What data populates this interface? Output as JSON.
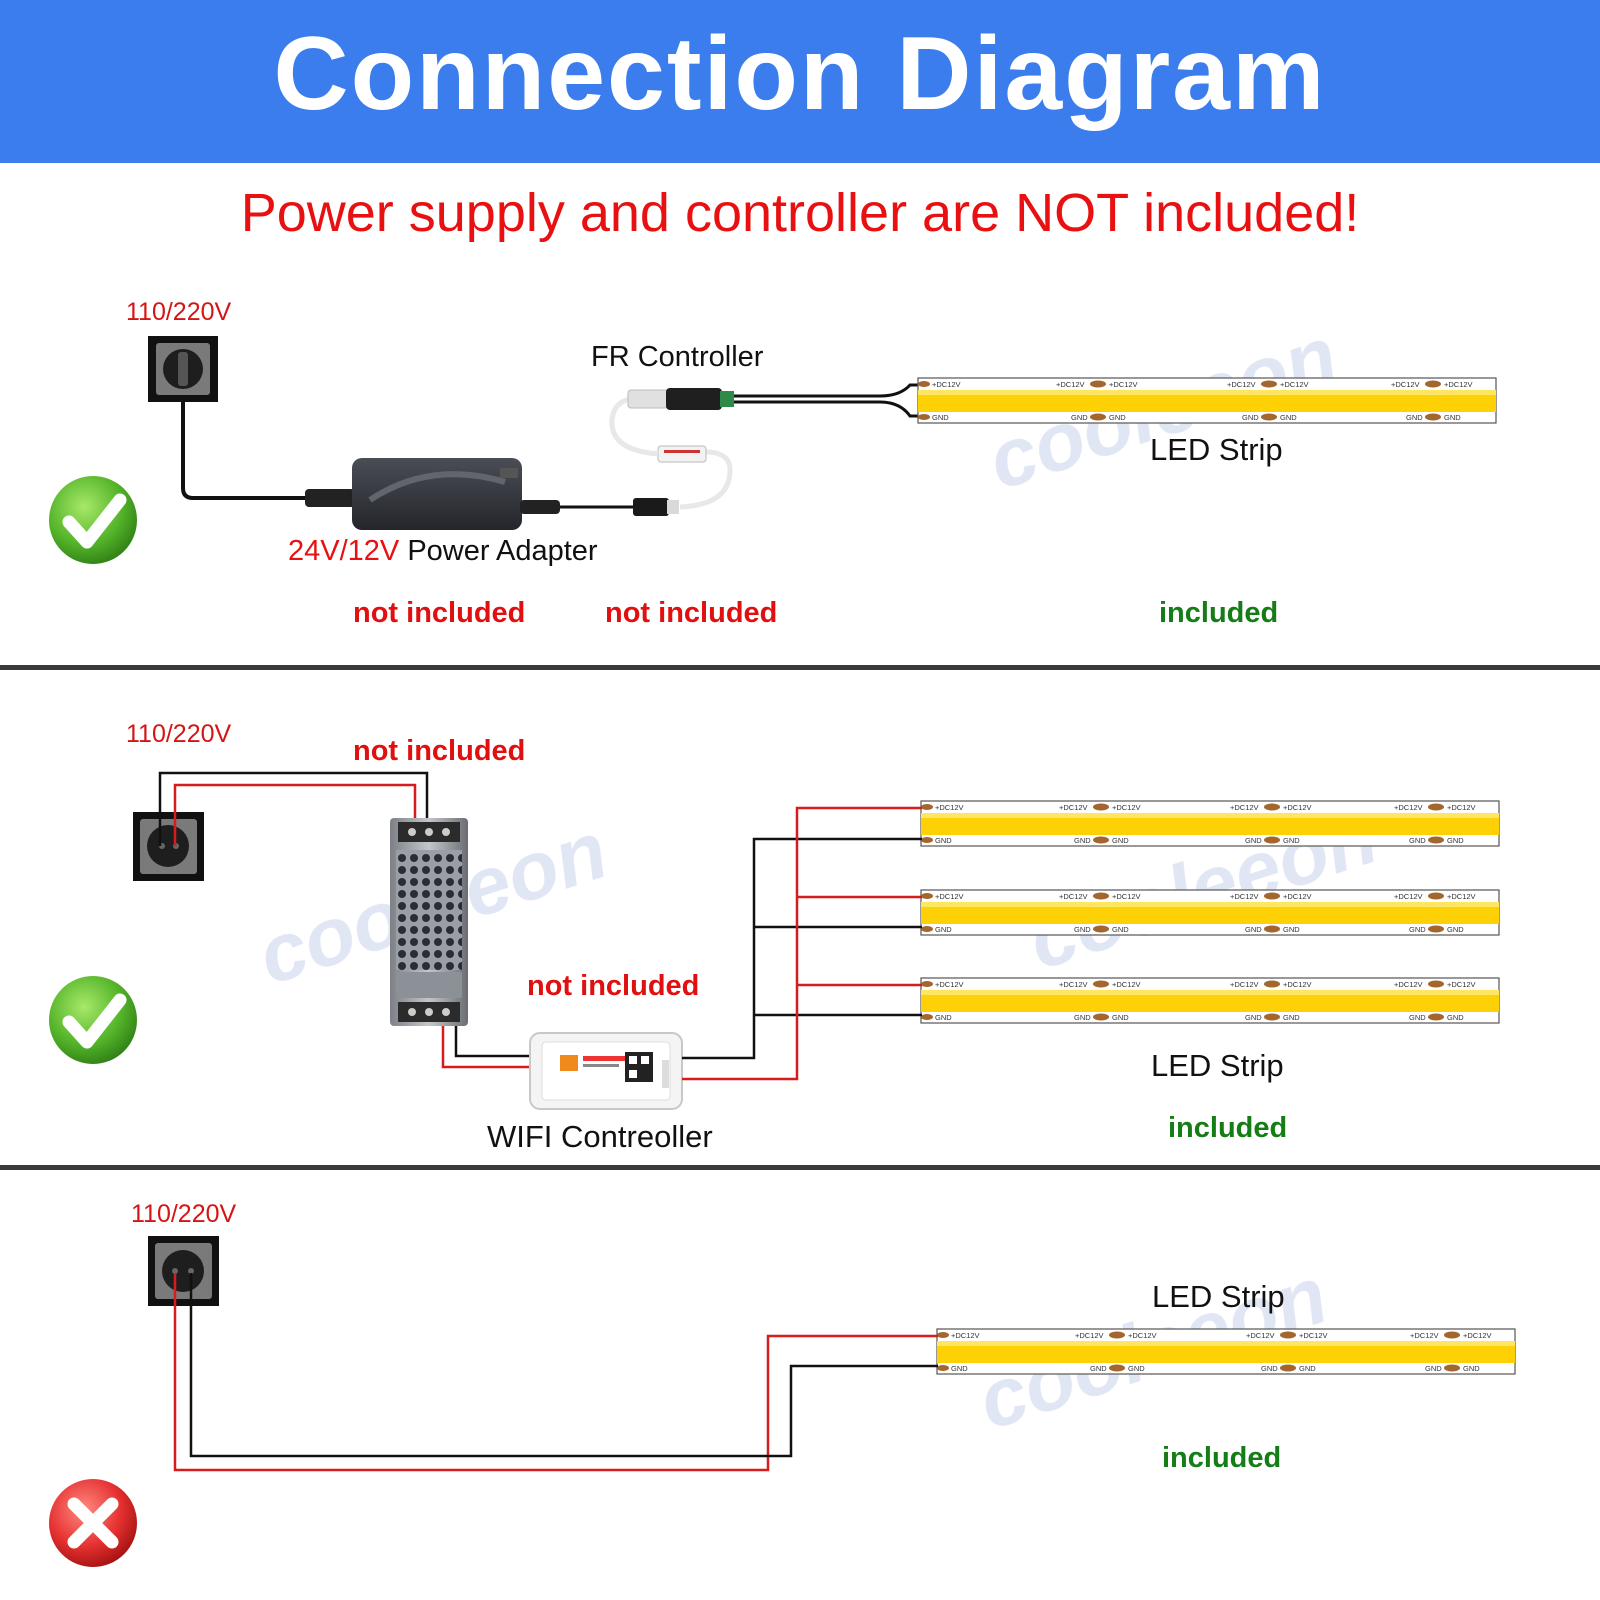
{
  "header": {
    "title": "Connection Diagram"
  },
  "notice": "Power supply and controller are NOT included!",
  "sections": [
    {
      "voltage": "110/220V",
      "controller_label": "FR Controller",
      "adapter_voltage": "24V/12V",
      "adapter_label": "Power Adapter",
      "strip_label": "LED Strip",
      "adapter_status": "not included",
      "controller_status": "not included",
      "strip_status": "included",
      "verdict": "check-icon"
    },
    {
      "voltage": "110/220V",
      "psu_status": "not included",
      "controller_status": "not included",
      "controller_label": "WIFI Contreoller",
      "strip_label": "LED Strip",
      "strip_status": "included",
      "verdict": "check-icon"
    },
    {
      "voltage": "110/220V",
      "strip_label": "LED Strip",
      "strip_status": "included",
      "verdict": "cross-icon"
    }
  ],
  "strip_pad": {
    "plus": "+DC12V",
    "gnd": "GND"
  },
  "watermark": "cooleeon",
  "colors": {
    "header": "#3b7ded",
    "warning": "#e81010",
    "included": "#157d15",
    "strip": "#fdd106",
    "wire_red": "#d61c1c",
    "wire_black": "#222222"
  }
}
